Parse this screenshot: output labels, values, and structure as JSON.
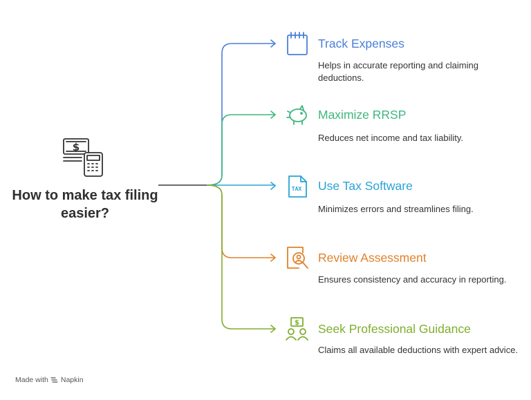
{
  "central": {
    "title": "How to make tax filing easier?",
    "icon": "money-calculator-icon"
  },
  "items": [
    {
      "title": "Track Expenses",
      "description": "Helps in accurate reporting and claiming deductions.",
      "icon": "notepad-icon",
      "color": "#4A7FD8"
    },
    {
      "title": "Maximize RRSP",
      "description": "Reduces net income and tax liability.",
      "icon": "piggy-bank-icon",
      "color": "#3FB67F"
    },
    {
      "title": "Use Tax Software",
      "description": "Minimizes errors and streamlines filing.",
      "icon": "tax-document-icon",
      "color": "#2AA3D6"
    },
    {
      "title": "Review Assessment",
      "description": "Ensures consistency and accuracy in reporting.",
      "icon": "magnifier-person-icon",
      "color": "#E0822C"
    },
    {
      "title": "Seek Professional Guidance",
      "description": "Claims all available deductions with expert advice.",
      "icon": "advisor-icon",
      "color": "#7FAE2E"
    }
  ],
  "footer": {
    "made_with": "Made with",
    "brand": "Napkin"
  }
}
